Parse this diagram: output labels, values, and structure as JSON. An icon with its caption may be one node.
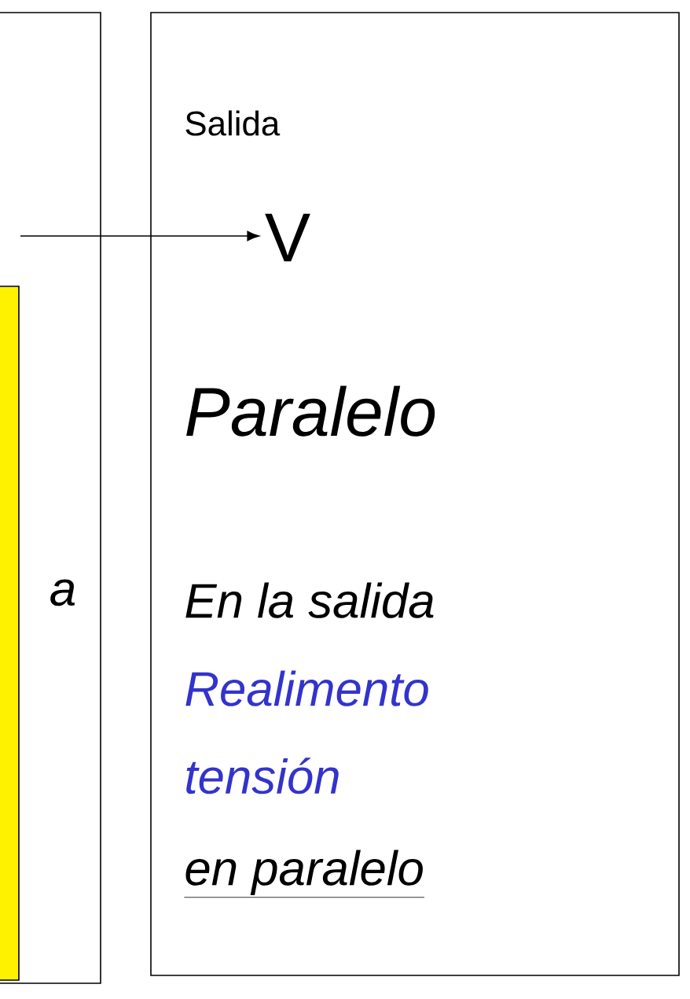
{
  "diagram": {
    "nodes": [
      {
        "text": [],
        "shape": "box"
      },
      {
        "text": [],
        "shape": "box",
        "in": 0,
        "beside": [
          "a"
        ]
      },
      {
        "text": [
          "Salida",
          "Paralelo",
          "En la salida",
          "Realimento tensión",
          "en paralelo"
        ]
      },
      {
        "text": [
          "V"
        ],
        "in": 2
      }
    ],
    "edges": [
      {
        "from": null,
        "to": 3,
        "arrow": "to"
      }
    ]
  }
}
